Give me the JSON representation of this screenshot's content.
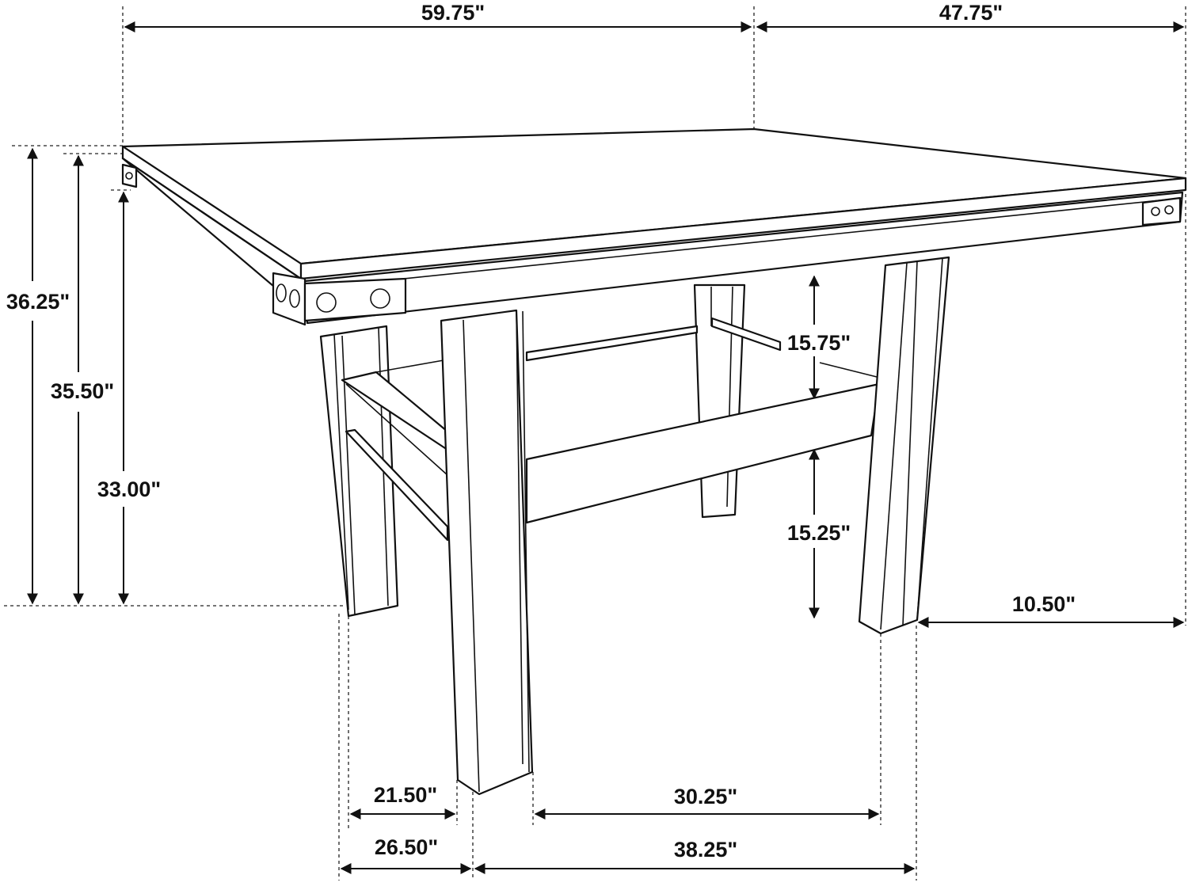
{
  "diagram": {
    "subject": "counter height dining table dimension drawing",
    "colors": {
      "line": "#111111",
      "background": "#ffffff"
    },
    "dimensions": {
      "top_length": "59.75\"",
      "top_depth": "47.75\"",
      "overall_height": "36.25\"",
      "height_to_apron": "35.50\"",
      "clearance_under_apron": "33.00\"",
      "shelf_to_apron": "15.75\"",
      "shelf_to_floor": "15.25\"",
      "top_overhang": "10.50\"",
      "pedestal_inner_width": "21.50\"",
      "pedestal_outer_width": "26.50\"",
      "inner_leg_span": "30.25\"",
      "outer_leg_span": "38.25\""
    }
  }
}
